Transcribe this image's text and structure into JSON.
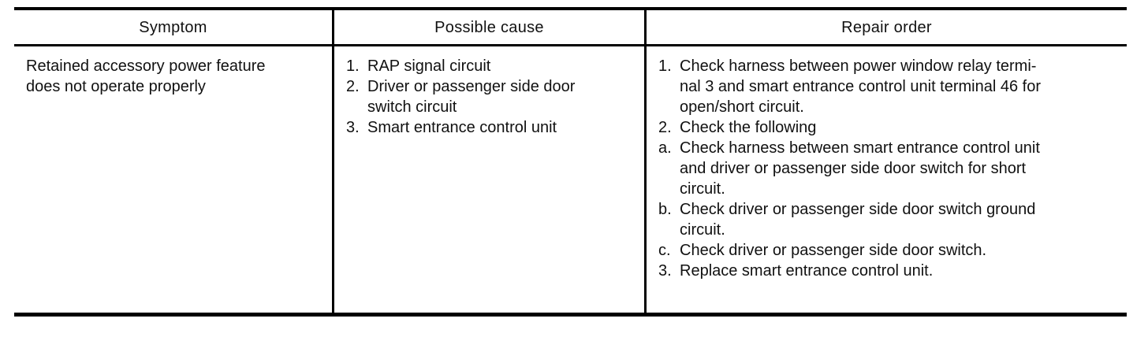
{
  "colors": {
    "border": "#000000",
    "text": "#111111",
    "background": "#ffffff"
  },
  "table": {
    "headers": {
      "symptom": "Symptom",
      "possible_cause": "Possible cause",
      "repair_order": "Repair order"
    },
    "row": {
      "symptom": "Retained accessory power feature\ndoes not operate properly",
      "possible_cause_items": [
        {
          "label": "1.",
          "text": "RAP signal circuit"
        },
        {
          "label": "2.",
          "text": "Driver or passenger side door\nswitch circuit"
        },
        {
          "label": "3.",
          "text": "Smart entrance control unit"
        }
      ],
      "repair_order_items": [
        {
          "label": "1.",
          "text": "Check harness between power window relay termi-\nnal 3 and smart entrance control unit terminal 46 for\nopen/short circuit."
        },
        {
          "label": "2.",
          "text": "Check the following"
        },
        {
          "label": "a.",
          "text": "Check harness between smart entrance control unit\nand driver or passenger side door switch for short\ncircuit."
        },
        {
          "label": "b.",
          "text": "Check driver or passenger side door switch ground\ncircuit."
        },
        {
          "label": "c.",
          "text": "Check driver or passenger side door switch."
        },
        {
          "label": "3.",
          "text": "Replace smart entrance control unit."
        }
      ]
    }
  }
}
